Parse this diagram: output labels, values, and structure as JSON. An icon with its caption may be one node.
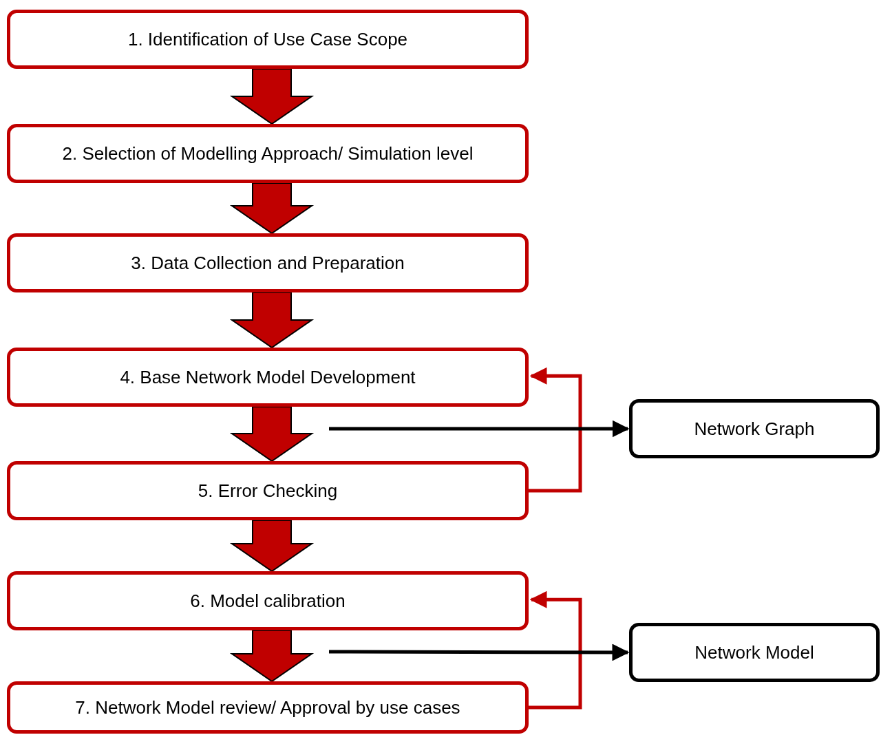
{
  "diagram": {
    "nodes": [
      {
        "text": [
          "1. Identification of Use Case Scope"
        ]
      },
      {
        "text": [
          "2. Selection of Modelling Approach/ Simulation level"
        ]
      },
      {
        "text": [
          "3. Data Collection and Preparation"
        ]
      },
      {
        "text": [
          "4. Base Network Model Development"
        ]
      },
      {
        "text": [
          "5. Error Checking"
        ]
      },
      {
        "text": [
          "6. Model calibration"
        ]
      },
      {
        "text": [
          "7. Network Model review/ Approval by use cases"
        ]
      },
      {
        "text": [
          "Network Graph"
        ]
      },
      {
        "text": [
          "Network Model"
        ]
      }
    ],
    "edges": [
      {
        "from": 0,
        "to": 1,
        "arrow": "to",
        "style": "thick"
      },
      {
        "from": 1,
        "to": 2,
        "arrow": "to",
        "style": "thick"
      },
      {
        "from": 2,
        "to": 3,
        "arrow": "to",
        "style": "thick"
      },
      {
        "from": 3,
        "to": 4,
        "arrow": "to",
        "style": "thick"
      },
      {
        "from": 4,
        "to": 5,
        "arrow": "to",
        "style": "thick"
      },
      {
        "from": 5,
        "to": 6,
        "arrow": "to",
        "style": "thick"
      },
      {
        "from": 4,
        "to": 3,
        "arrow": "to"
      },
      {
        "from": 6,
        "to": 5,
        "arrow": "to"
      },
      {
        "from": null,
        "to": 7,
        "arrow": "to",
        "color": "#000000"
      },
      {
        "from": null,
        "to": 8,
        "arrow": "to",
        "color": "#000000"
      }
    ]
  }
}
